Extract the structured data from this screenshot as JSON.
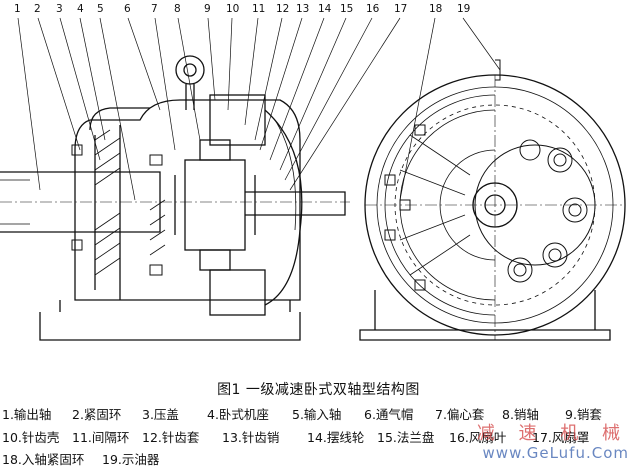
{
  "callouts": [
    "1",
    "2",
    "3",
    "4",
    "5",
    "6",
    "7",
    "8",
    "9",
    "10",
    "11",
    "12",
    "13",
    "14",
    "15",
    "16",
    "17",
    "18",
    "19"
  ],
  "caption": "图1  一级减速卧式双轴型结构图",
  "legend": [
    "1.输出轴",
    "2.紧固环",
    "3.压盖",
    "4.卧式机座",
    "5.输入轴",
    "6.通气帽",
    "7.偏心套",
    "8.销轴",
    "9.销套",
    "10.针齿壳",
    "11.间隔环",
    "12.针齿套",
    "13.针齿销",
    "14.摆线轮",
    "15.法兰盘",
    "16.风扇叶",
    "17.风扇罩",
    "18.入轴紧固环",
    "19.示油器"
  ],
  "watermark": {
    "text": "减 速 机 械",
    "url": "www.GeLufu.Com"
  }
}
